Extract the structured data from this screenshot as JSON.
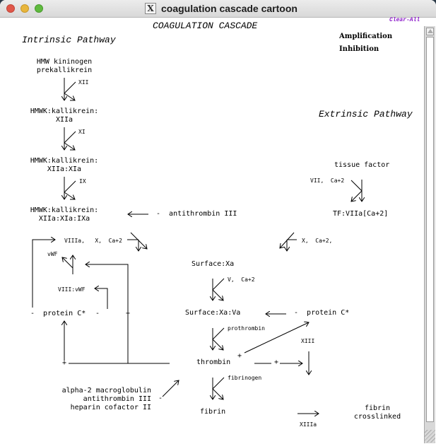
{
  "window": {
    "title": "coagulation cascade cartoon",
    "app_icon": "x11-icon",
    "controls": [
      "close",
      "minimize",
      "maximize"
    ]
  },
  "toolbar": {
    "clear_all_label": "Clear-All"
  },
  "diagram": {
    "title": "COAGULATION CASCADE",
    "legend": {
      "amplification": "Amplification",
      "inhibition": "Inhibition"
    },
    "intrinsic": {
      "heading": "Intrinsic Pathway",
      "node1": [
        "HMW kininogen",
        "prekallikrein"
      ],
      "factor1": "XII",
      "node2": [
        "HMWK:kallikrein:",
        "XIIa"
      ],
      "factor2": "XI",
      "node3": [
        "HMWK:kallikrein:",
        "XIIa:XIa"
      ],
      "factor3": "IX",
      "node4": [
        "HMWK:kallikrein:",
        "XIIa:XIa:IXa"
      ],
      "inhibitor": "-  antithrombin III",
      "cofactors": "VIIIa,   X,  Ca+2",
      "vwf": "vWF",
      "viii_vwf": "VIII:vWF",
      "protein_c_left": "-  protein C*",
      "minus_sign": "-",
      "plus_sign": "+",
      "plus_bottom": "+"
    },
    "extrinsic": {
      "heading": "Extrinsic Pathway",
      "node1": "tissue factor",
      "factor1": "VII,  Ca+2",
      "node2": "TF:VIIa[Ca+2]",
      "cofactors": "X,  Ca+2,"
    },
    "common": {
      "surface_xa": "Surface:Xa",
      "factor_v": "V,  Ca+2",
      "surface_xa_va": "Surface:Xa:Va",
      "protein_c_right": "-  protein C*",
      "prothrombin": "prothrombin",
      "thrombin": "thrombin",
      "thrombin_plus": "+",
      "mid_plus": "+",
      "xiii": "XIII",
      "fibrinogen": "fibrinogen",
      "fibrin": "fibrin",
      "xiiia": "XIIIa",
      "fibrin_crosslinked": [
        "fibrin",
        "crosslinked"
      ],
      "inhibitors": [
        "alpha-2 macroglobulin",
        "antithrombin III",
        "heparin cofactor II"
      ],
      "inhibitor_minus": "-"
    }
  }
}
